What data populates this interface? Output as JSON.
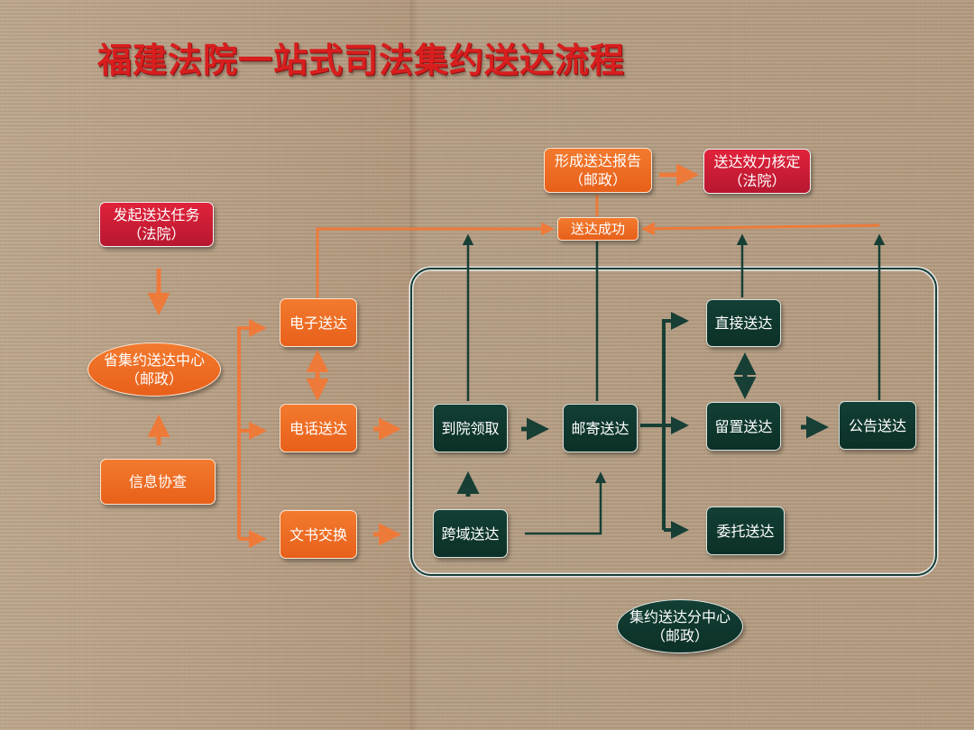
{
  "title": "福建法院一站式司法集约送达流程",
  "colors": {
    "court_red": "#c81d33",
    "post_orange": "#ee6e24",
    "center_green": "#0f3a30",
    "title_red": "#d81e1e",
    "orange_line": "#ee7a3a",
    "green_line": "#173f36"
  },
  "nodes": {
    "initiate": {
      "line1": "发起送达任务",
      "line2": "（法院）"
    },
    "provincial_center": {
      "line1": "省集约送达中心",
      "line2": "（邮政）"
    },
    "info_check": {
      "label": "信息协查"
    },
    "electronic": {
      "label": "电子送达"
    },
    "phone": {
      "label": "电话送达"
    },
    "document_exchange": {
      "label": "文书交换"
    },
    "pickup": {
      "label": "到院领取"
    },
    "mail": {
      "label": "邮寄送达"
    },
    "cross_region": {
      "label": "跨域送达"
    },
    "direct": {
      "label": "直接送达"
    },
    "leave": {
      "label": "留置送达"
    },
    "announce": {
      "label": "公告送达"
    },
    "entrust": {
      "label": "委托送达"
    },
    "success": {
      "label": "送达成功"
    },
    "report": {
      "line1": "形成送达报告",
      "line2": "（邮政）"
    },
    "verify": {
      "line1": "送达效力核定",
      "line2": "（法院）"
    },
    "sub_center": {
      "line1": "集约送达分中心",
      "line2": "（邮政）"
    }
  }
}
